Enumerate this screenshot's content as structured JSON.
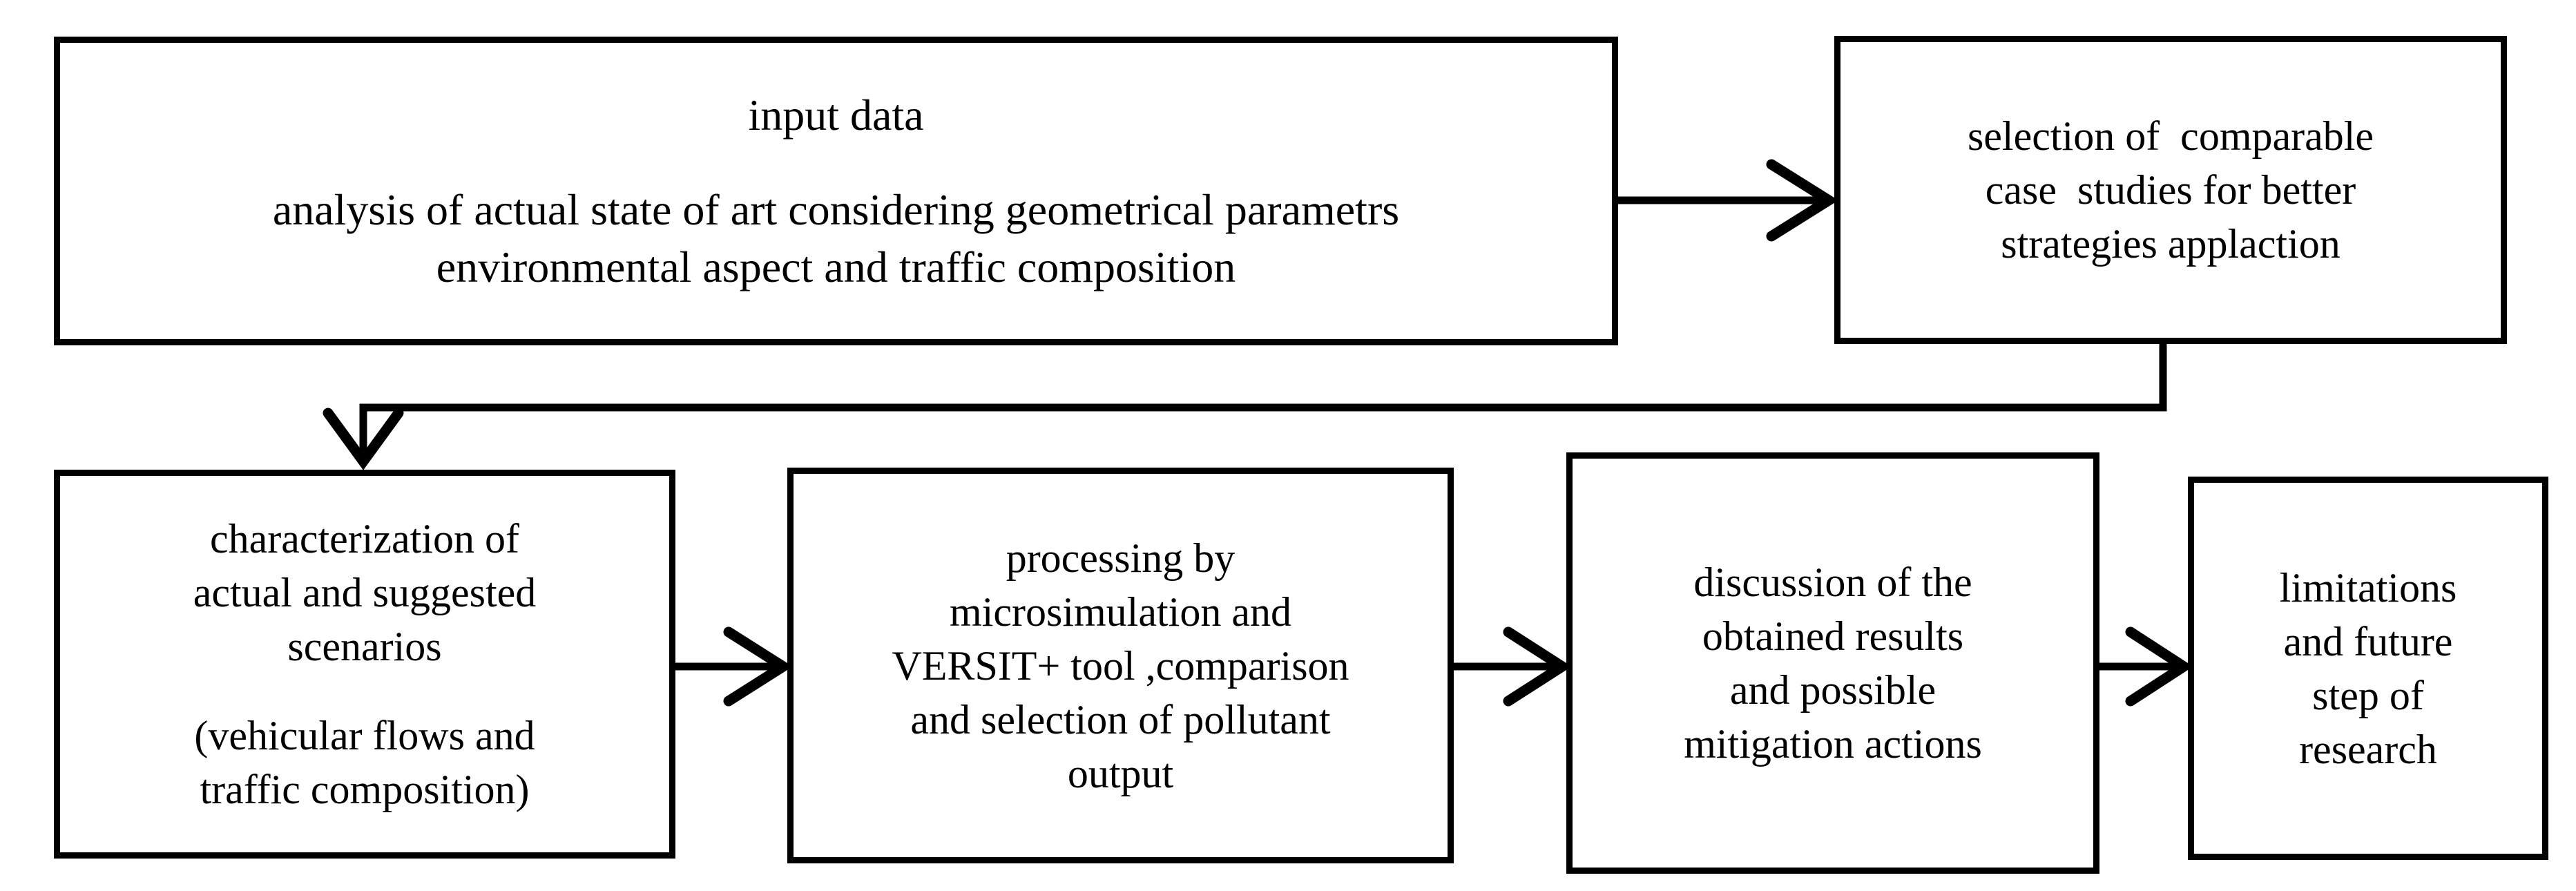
{
  "diagram": {
    "title": "research methodology flowchart",
    "background_color": "#ffffff",
    "stroke_color": "#000000",
    "nodes": {
      "input_data": {
        "heading": "input data",
        "body_line_1": "analysis of actual state of art considering geometrical parametrs",
        "body_line_2": "environmental aspect and traffic composition"
      },
      "case_selection": {
        "line_1": "selection of  comparable",
        "line_2": "case  studies for better",
        "line_3": "strategies applaction"
      },
      "characterization": {
        "line_1": "characterization of",
        "line_2": "actual and suggested",
        "line_3": "scenarios",
        "line_4": "(vehicular flows and",
        "line_5": "traffic composition)"
      },
      "processing": {
        "line_1": "processing by",
        "line_2": "microsimulation and",
        "line_3": "VERSIT+ tool ,comparison",
        "line_4": "and selection of pollutant",
        "line_5": "output"
      },
      "discussion": {
        "line_1": "discussion of the",
        "line_2": "obtained results",
        "line_3": "and possible",
        "line_4": "mitigation actions"
      },
      "limitations": {
        "line_1": "limitations",
        "line_2": "and future",
        "line_3": "step of",
        "line_4": "research"
      }
    },
    "edges": [
      {
        "id": "edge-input-to-selection",
        "from": "input_data",
        "to": "case_selection",
        "style": "straight-right",
        "arrowhead": "chevron"
      },
      {
        "id": "edge-selection-to-characterization",
        "from": "case_selection",
        "to": "characterization",
        "style": "elbow-down-left-down",
        "arrowhead": "chevron"
      },
      {
        "id": "edge-characterization-to-processing",
        "from": "characterization",
        "to": "processing",
        "style": "straight-right",
        "arrowhead": "chevron"
      },
      {
        "id": "edge-processing-to-discussion",
        "from": "processing",
        "to": "discussion",
        "style": "straight-right",
        "arrowhead": "chevron"
      },
      {
        "id": "edge-discussion-to-limitations",
        "from": "discussion",
        "to": "limitations",
        "style": "straight-right",
        "arrowhead": "chevron"
      }
    ]
  }
}
